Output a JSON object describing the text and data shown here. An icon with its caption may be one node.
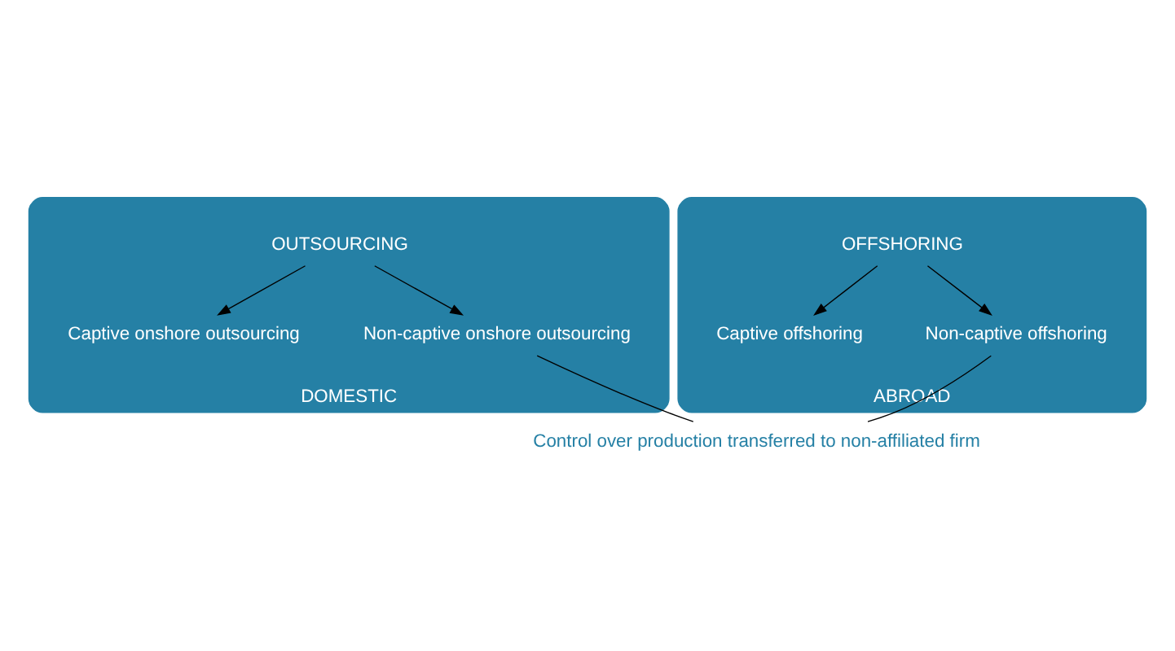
{
  "diagram": {
    "nodes": [
      {
        "text": [
          "DOMESTIC"
        ]
      },
      {
        "text": [
          "OUTSOURCING"
        ],
        "in": 0
      },
      {
        "text": [
          "Captive onshore outsourcing"
        ],
        "in": 0
      },
      {
        "text": [
          "Non-captive onshore outsourcing"
        ],
        "in": 0
      },
      {
        "text": [
          "ABROAD"
        ]
      },
      {
        "text": [
          "OFFSHORING"
        ],
        "in": 4
      },
      {
        "text": [
          "Captive offshoring"
        ],
        "in": 4
      },
      {
        "text": [
          "Non-captive offshoring"
        ],
        "in": 4
      },
      {
        "text": [
          "Control over production transferred to non-affiliated firm"
        ]
      }
    ],
    "edges": [
      {
        "from": 1,
        "to": 2,
        "arrow": "to"
      },
      {
        "from": 1,
        "to": 3,
        "arrow": "to"
      },
      {
        "from": 5,
        "to": 6,
        "arrow": "to"
      },
      {
        "from": 5,
        "to": 7,
        "arrow": "to"
      },
      {
        "from": 3,
        "to": 8,
        "arrow": "none"
      },
      {
        "from": 7,
        "to": 8,
        "arrow": "none"
      }
    ]
  }
}
